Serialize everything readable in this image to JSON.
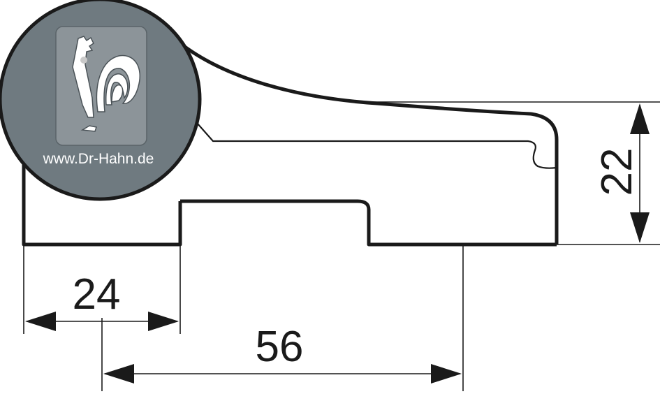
{
  "dimensions": {
    "width_left": "24",
    "offset": "56",
    "height": "22"
  },
  "logo": {
    "url_text": "www.Dr-Hahn.de",
    "badge_color": "#6f7a80",
    "panel_color": "#8c9499",
    "icon": "rooster-icon"
  },
  "colors": {
    "line": "#1a1a1a",
    "background": "#ffffff"
  }
}
